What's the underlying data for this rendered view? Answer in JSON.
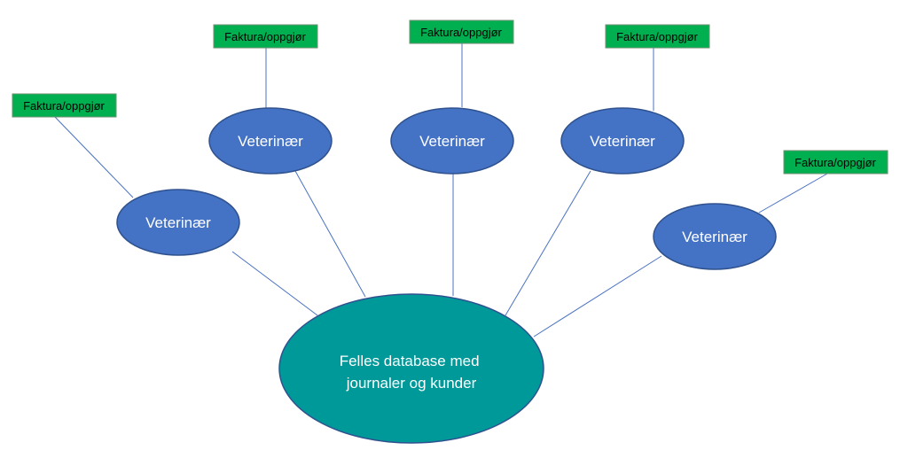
{
  "database": {
    "label_line1": "Felles database med",
    "label_line2": "journaler og kunder",
    "fill_color": "#009999"
  },
  "veterinarians": [
    {
      "label": "Veterinær",
      "invoice_label": "Faktura/oppgjør"
    },
    {
      "label": "Veterinær",
      "invoice_label": "Faktura/oppgjør"
    },
    {
      "label": "Veterinær",
      "invoice_label": "Faktura/oppgjør"
    },
    {
      "label": "Veterinær",
      "invoice_label": "Faktura/oppgjør"
    },
    {
      "label": "Veterinær",
      "invoice_label": "Faktura/oppgjør"
    }
  ],
  "colors": {
    "vet_fill": "#4472c4",
    "invoice_fill": "#00b050",
    "connector": "#4a72c2"
  }
}
